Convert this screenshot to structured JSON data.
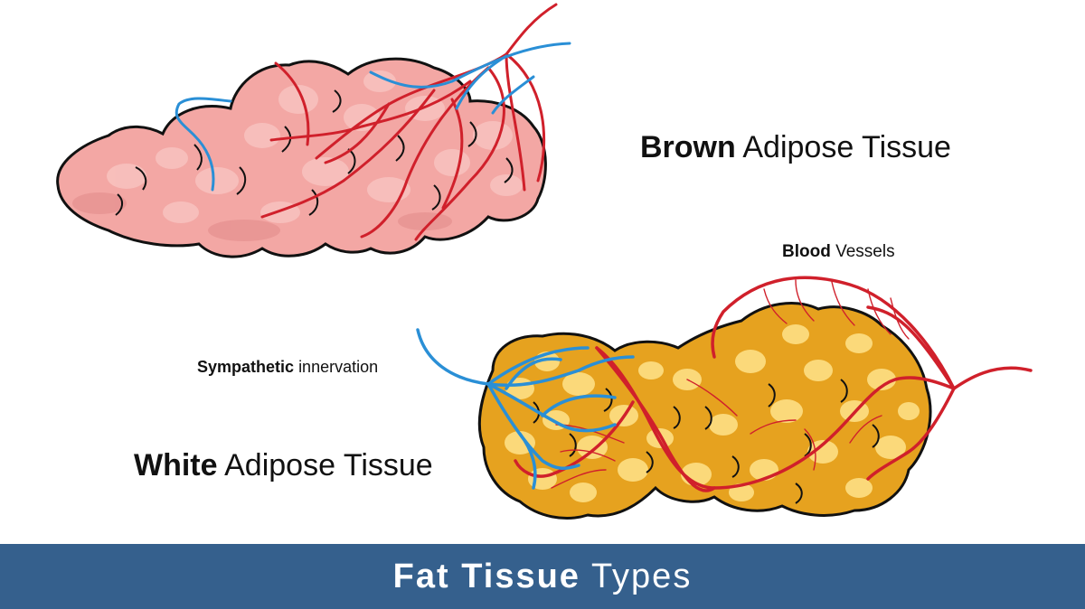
{
  "colors": {
    "brown_tissue": "#f3a7a4",
    "brown_tissue_shade": "#e38c8c",
    "brown_tissue_light": "#f8c3c0",
    "white_tissue": "#e6a21f",
    "white_tissue_light": "#fbd97a",
    "blood_vessel": "#d0202b",
    "nerve": "#2a8fd6",
    "outline": "#111111",
    "footer_bg": "#35608d",
    "footer_text": "#ffffff"
  },
  "labels": {
    "brown": {
      "bold": "Brown",
      "rest": "Adipose Tissue"
    },
    "white": {
      "bold": "White",
      "rest": "Adipose Tissue"
    },
    "blood": {
      "bold": "Blood",
      "rest": "Vessels"
    },
    "sympathetic": {
      "bold": "Sympathetic",
      "rest": "innervation"
    }
  },
  "footer": {
    "bold": "Fat Tissue",
    "rest": "Types"
  }
}
